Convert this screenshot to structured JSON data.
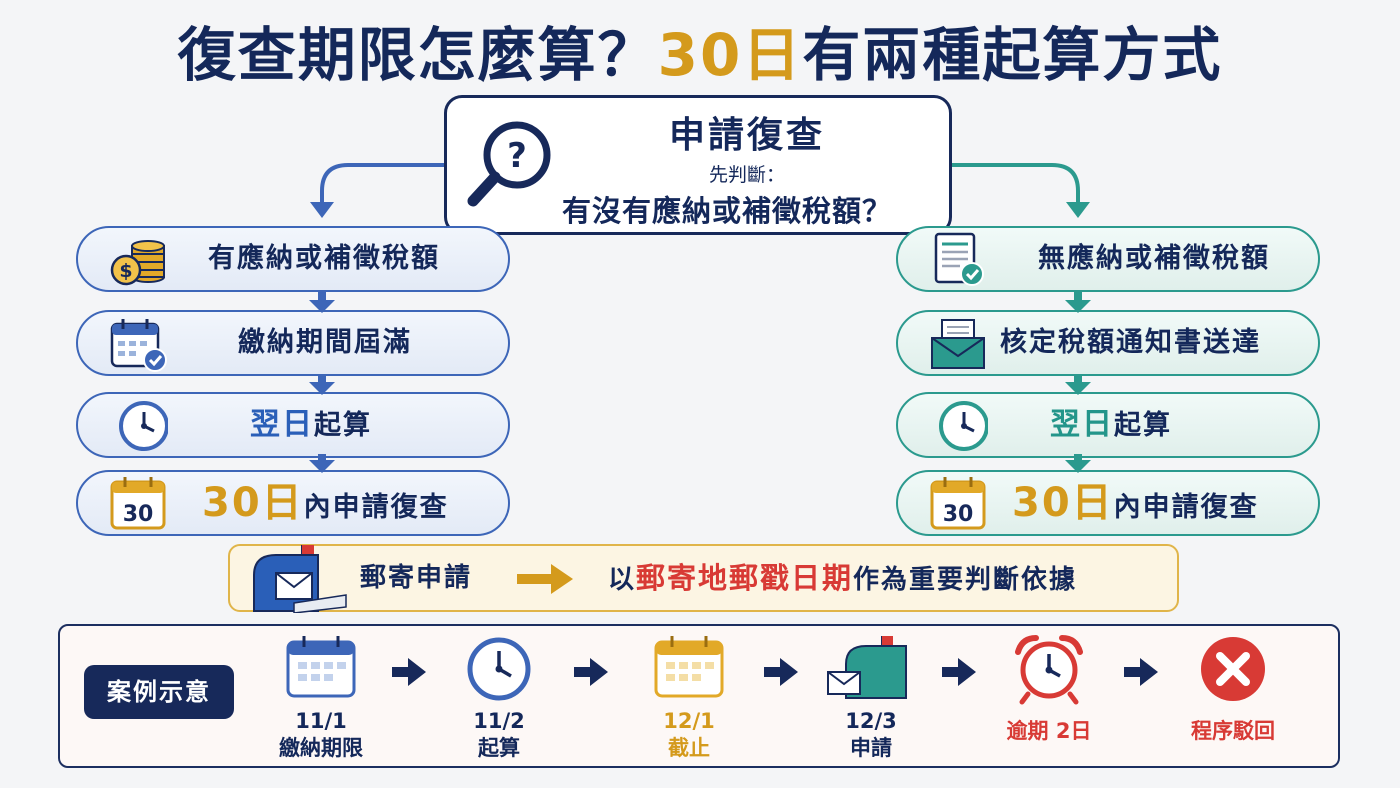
{
  "title": {
    "part1": "復查期限怎麼算？",
    "accent": "30日",
    "part2": "有兩種起算方式"
  },
  "center": {
    "title": "申請復查",
    "subtitle": "先判斷：",
    "question": "有沒有應納或補徵稅額？"
  },
  "left_steps": {
    "s1": "有應納或補徵稅額",
    "s2": "繳納期間屆滿",
    "s3_hl": "翌日",
    "s3_rest": "起算",
    "s4_num": "30日",
    "s4_rest": "內申請復查",
    "calendar_num": "30"
  },
  "right_steps": {
    "s1": "無應納或補徵稅額",
    "s2": "核定稅額通知書送達",
    "s3_hl": "翌日",
    "s3_rest": "起算",
    "s4_num": "30日",
    "s4_rest": "內申請復查",
    "calendar_num": "30"
  },
  "mail": {
    "label": "郵寄申請",
    "pre": "以",
    "hl": "郵寄地郵戳日期",
    "post": "作為重要判斷依據"
  },
  "case": {
    "label": "案例示意",
    "items": [
      {
        "line1": "11/1",
        "line2": "繳納期限"
      },
      {
        "line1": "11/2",
        "line2": "起算"
      },
      {
        "line1": "12/1",
        "line2": "截止"
      },
      {
        "line1": "12/3",
        "line2": "申請"
      },
      {
        "line1": "逾期 2日",
        "line2": ""
      },
      {
        "line1": "程序駁回",
        "line2": ""
      }
    ]
  },
  "colors": {
    "navy": "#14285a",
    "gold": "#d49a1c",
    "blue": "#3d66b8",
    "teal": "#2b9a8e",
    "red": "#d83a35"
  }
}
